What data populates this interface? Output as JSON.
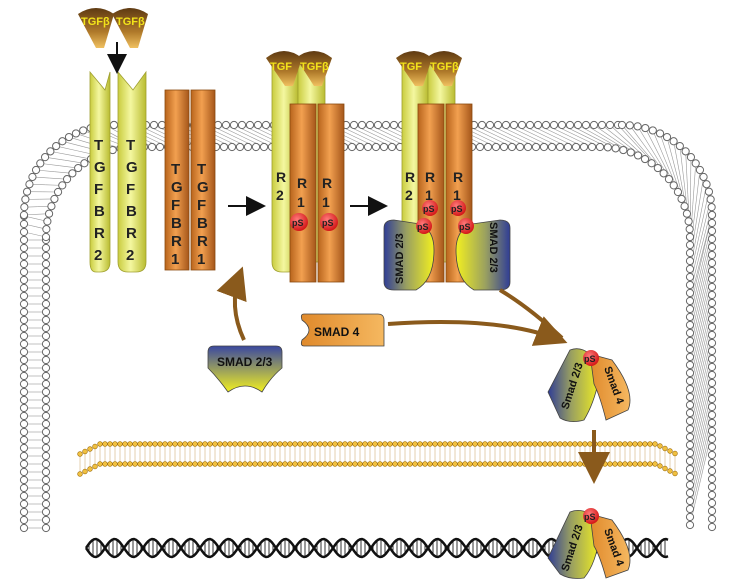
{
  "ligand": {
    "label": "TGFβ",
    "label_short": "TGF"
  },
  "receptors": {
    "tgfbr2": [
      "T",
      "G",
      "F",
      "B",
      "R",
      "2"
    ],
    "tgfbr1": [
      "T",
      "G",
      "F",
      "B",
      "R",
      "1"
    ],
    "r2": [
      "R",
      "2"
    ],
    "r1": [
      "R",
      "1"
    ]
  },
  "phospho": {
    "label": "pS"
  },
  "smad": {
    "smad23": "SMAD 2/3",
    "smad4": "SMAD 4",
    "smad23_lower": "Smad 2/3",
    "smad4_lower": "Smad 4"
  },
  "colors": {
    "receptor2_yellow": "#e8ec6a",
    "receptor1_orange": "#e08a2c",
    "ligand_brown": "#8a5a1c",
    "ligand_text": "#f2e31a",
    "phospho_red": "#e31b1b",
    "smad23_blue": "#3d4fa3",
    "smad4_orange": "#f0a040",
    "membrane": "#888888",
    "nuclear_membrane": "#d49a2a",
    "arrow_brown": "#8a5a1c"
  }
}
